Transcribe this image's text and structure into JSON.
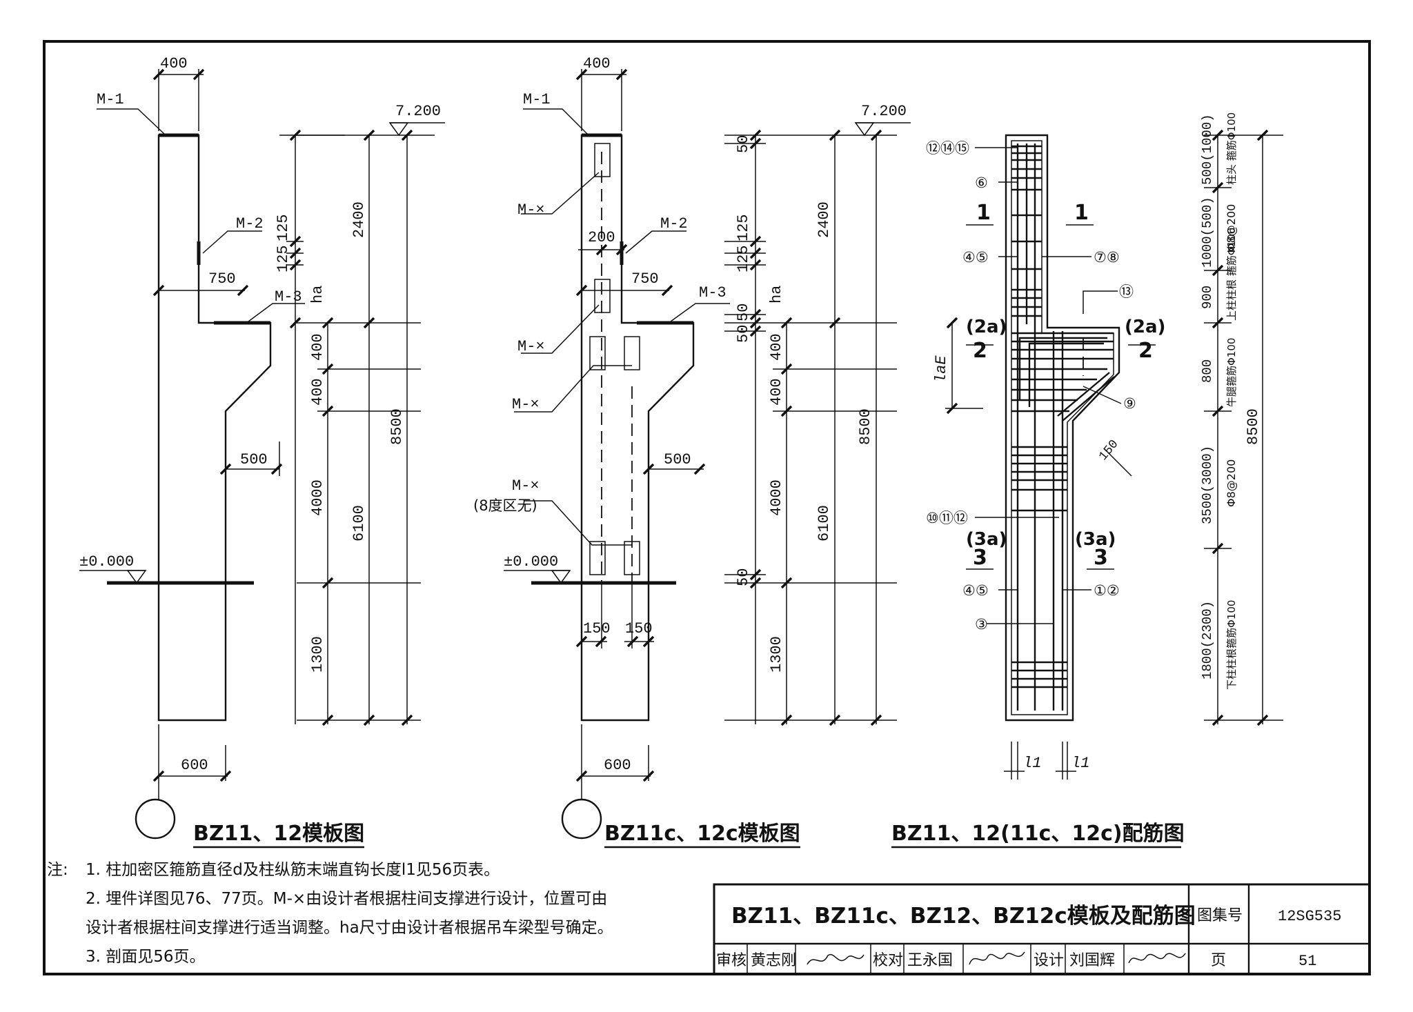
{
  "drawings": {
    "formwork_a": {
      "title": "BZ11、12模板图",
      "labels": {
        "m1": "M-1",
        "m2": "M-2",
        "m3": "M-3",
        "top_width": "400",
        "elev_top": "7.200",
        "elev_zero": "±0.000",
        "d125a": "125",
        "d125b": "125",
        "d750": "750",
        "ha": "ha",
        "d2400": "2400",
        "d400a": "400",
        "d400b": "400",
        "d4000": "4000",
        "d1300": "1300",
        "d6100": "6100",
        "d8500": "8500",
        "d500": "500",
        "d600": "600"
      }
    },
    "formwork_b": {
      "title": "BZ11c、12c模板图",
      "labels": {
        "m1": "M-1",
        "m2": "M-2",
        "m3": "M-3",
        "mx1": "M-×",
        "mx2": "M-×",
        "mx3": "M-×",
        "mx4": "M-×",
        "mx4_note": "(8度区无)",
        "top_width": "400",
        "elev_top": "7.200",
        "elev_zero": "±0.000",
        "d200": "200",
        "d750": "750",
        "d50a": "50",
        "d125a": "125",
        "d125b": "125",
        "ha": "ha",
        "d50b": "50",
        "d50c": "50",
        "d50d": "50",
        "d2400": "2400",
        "d400a": "400",
        "d400b": "400",
        "d4000": "4000",
        "d1300": "1300",
        "d6100": "6100",
        "d8500": "8500",
        "d500": "500",
        "d150a": "150",
        "d150b": "150",
        "d600": "600"
      }
    },
    "reinforcement": {
      "title": "BZ11、12(11c、12c)配筋图",
      "markers": {
        "m121415": "⑫⑭⑮",
        "m6": "⑥",
        "m45a": "④⑤",
        "m78": "⑦⑧",
        "m13": "⑬",
        "m9": "⑨",
        "m101112": "⑩⑪⑫",
        "m45b": "④⑤",
        "m12": "①②",
        "m3": "③"
      },
      "sections": {
        "s1l": "1",
        "s1r": "1",
        "s2al": "(2a)",
        "s2l": "2",
        "s2ar": "(2a)",
        "s2r": "2",
        "s3al": "(3a)",
        "s3l": "3",
        "s3ar": "(3a)",
        "s3r": "3"
      },
      "lae": "laE",
      "l1a": "l1",
      "l1b": "l1",
      "d150": "150",
      "right_dims": {
        "z1_len": "500(1000)",
        "z1_txt": "柱头 箍筋Φ100",
        "z2_len": "1000(500)",
        "z2_txt": "Φ8@200",
        "z3_len": "900",
        "z3_txt": "上柱柱根 箍筋Φ100",
        "z4_len": "800",
        "z4_txt": "牛腿箍筋Φ100",
        "z5_len": "3500(3000)",
        "z5_txt": "Φ8@200",
        "z6_len": "1800(2300)",
        "z6_txt": "下柱柱根箍筋Φ100",
        "total": "8500"
      }
    }
  },
  "notes": {
    "prefix": "注:",
    "n1": "1. 柱加密区箍筋直径d及柱纵筋末端直钩长度l1见56页表。",
    "n2a": "2. 埋件详图见76、77页。M-×由设计者根据柱间支撑进行设计，位置可由",
    "n2b": "设计者根据柱间支撑进行适当调整。ha尺寸由设计者根据吊车梁型号确定。",
    "n3": "3. 剖面见56页。"
  },
  "title_block": {
    "title": "BZ11、BZ11c、BZ12、BZ12c模板及配筋图",
    "atlas_label": "图集号",
    "atlas_no": "12SG535",
    "review_label": "审核",
    "reviewer": "黄志刚",
    "check_label": "校对",
    "checker": "王永国",
    "design_label": "设计",
    "designer": "刘国辉",
    "page_label": "页",
    "page_no": "51"
  }
}
